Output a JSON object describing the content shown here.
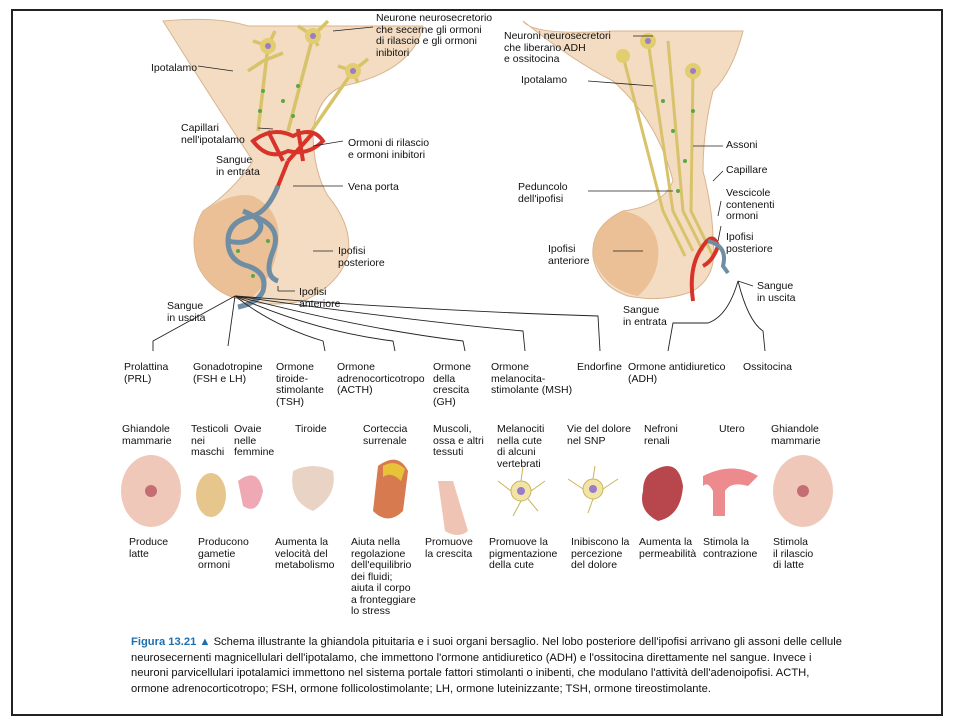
{
  "labels": {
    "neurone_neurosecretorio": "Neurone neurosecretorio\nche secerne gli ormoni\ndi rilascio e gli ormoni\ninibitori",
    "ipotalamo_left": "Ipotalamo",
    "capillari": "Capillari\nnell'ipotalamo",
    "ormoni_rilascio": "Ormoni di rilascio\ne ormoni inibitori",
    "sangue_entrata_left": "Sangue\nin entrata",
    "vena_porta": "Vena porta",
    "ipofisi_posteriore_left": "Ipofisi\nposteriore",
    "ipofisi_anteriore_left": "Ipofisi\nanteriore",
    "sangue_uscita_left": "Sangue\nin uscita",
    "neuroni_adh": "Neuroni neurosecretori\nche liberano ADH\ne ossitocina",
    "ipotalamo_right": "Ipotalamo",
    "assoni": "Assoni",
    "capillare": "Capillare",
    "peduncolo": "Peduncolo\ndell'ipofisi",
    "vescicole": "Vescicole\ncontenenti\normoni",
    "ipofisi_anteriore_right": "Ipofisi\nanteriore",
    "ipofisi_posteriore_right": "Ipofisi\nposteriore",
    "sangue_uscita_right": "Sangue\nin uscita",
    "sangue_entrata_right": "Sangue\nin entrata"
  },
  "hormones": [
    {
      "name": "Prolattina\n(PRL)",
      "targets": "Ghiandole\nmammarie",
      "effect": "Produce\nlatte"
    },
    {
      "name": "Gonadotropine\n(FSH e LH)",
      "targets": [
        "Testicoli\nnei\nmaschi",
        "Ovaie\nnelle\nfemmine"
      ],
      "effect": "Producono\ngametie\normoni"
    },
    {
      "name": "Ormone\ntiroide-\nstimolante\n(TSH)",
      "targets": "Tiroide",
      "effect": "Aumenta la\nvelocità del\nmetabolismo"
    },
    {
      "name": "Ormone\nadrenocorticotropo\n(ACTH)",
      "targets": "Corteccia\nsurrenale",
      "effect": "Aiuta nella\nregolazione\ndell'equilibrio\ndei fluidi;\naiuta il corpo\na fronteggiare\nlo stress"
    },
    {
      "name": "Ormone\ndella\ncrescita\n(GH)",
      "targets": "Muscoli,\nossa e altri\ntessuti",
      "effect": "Promuove\nla crescita"
    },
    {
      "name": "Ormone\nmelanocita-\nstimolante (MSH)",
      "targets": "Melanociti\nnella cute\ndi alcuni\nvertebrati",
      "effect": "Promuove la\npigmentazione\ndella cute"
    },
    {
      "name": "Endorfine",
      "targets": "Vie del dolore\nnel SNP",
      "effect": "Inibiscono la\npercezione\ndel dolore"
    },
    {
      "name": "Ormone antidiuretico\n(ADH)",
      "targets": "Nefroni\nrenali",
      "effect": "Aumenta la\npermeabilità"
    },
    {
      "name": "Ossitocina",
      "targets": [
        "Utero",
        "Ghiandole\nmammarie"
      ],
      "effect": [
        "Stimola la\ncontrazione",
        "Stimola\nil rilascio\ndi latte"
      ]
    }
  ],
  "caption": {
    "figure_label": "Figura 13.21",
    "marker": "▲",
    "text": "Schema illustrante la ghiandola pituitaria e i suoi organi bersaglio. Nel lobo posteriore dell'ipofisi arrivano gli assoni delle cellule neurosecernenti magnicellulari dell'ipotalamo, che immettono l'ormone antidiuretico (ADH) e l'ossitocina direttamente nel sangue. Invece i neuroni parvicellulari ipotalamici immettono nel sistema portale fattori stimolanti o inibenti, che modulano l'attività dell'adenoipofisi. ACTH, ormone adrenocorticotropo; FSH, ormone follicolostimolante; LH, ormone luteinizzante; TSH, ormone tireostimolante."
  },
  "colors": {
    "gland": "#f3dcc2",
    "gland_dark": "#e8b98b",
    "axon": "#d8c36a",
    "vein": "#6f8ea3",
    "artery": "#d8322a",
    "caption_blue": "#1d6fb0"
  }
}
